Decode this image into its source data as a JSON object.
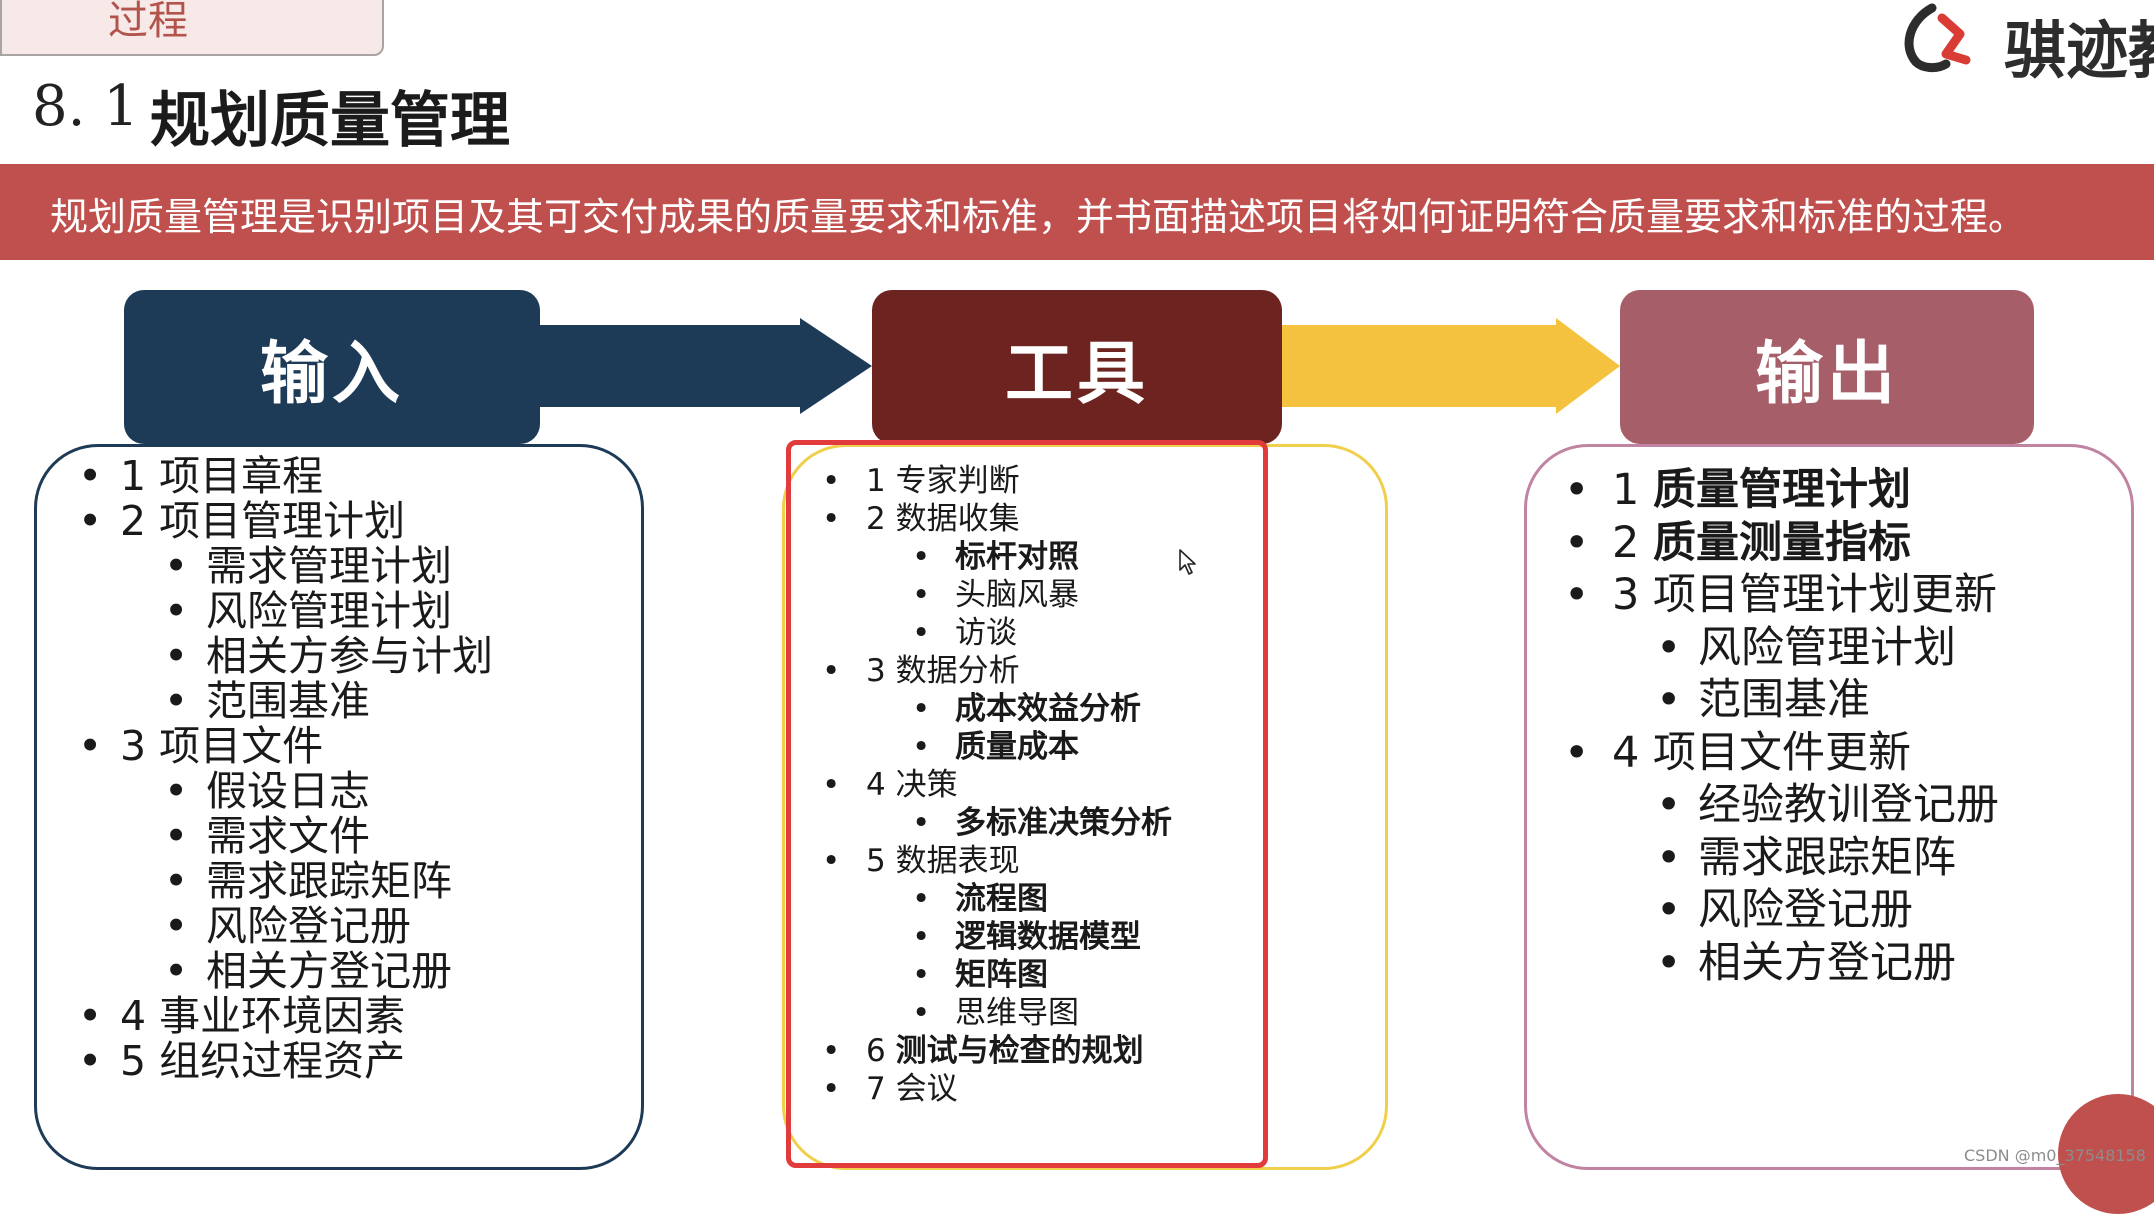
{
  "tab": {
    "label": "过程"
  },
  "logo": {
    "text": "骐迹教"
  },
  "title": {
    "number": "8. 1",
    "text": "规划质量管理"
  },
  "banner": {
    "text": "规划质量管理是识别项目及其可交付成果的质量要求和标准，并书面描述项目将如何证明符合质量要求和标准的过程。"
  },
  "headers": {
    "input": "输入",
    "tools": "工具",
    "output": "输出"
  },
  "colors": {
    "input": "#1d3b57",
    "tools": "#6d2320",
    "output": "#a65f68",
    "banner": "#c0504d",
    "arrow_yellow": "#f4c23e",
    "highlight_frame": "#e23b3b"
  },
  "inputs": [
    {
      "level": 1,
      "text": "1 项目章程"
    },
    {
      "level": 1,
      "text": "2 项目管理计划"
    },
    {
      "level": 2,
      "text": "需求管理计划"
    },
    {
      "level": 2,
      "text": "风险管理计划"
    },
    {
      "level": 2,
      "text": "相关方参与计划"
    },
    {
      "level": 2,
      "text": "范围基准"
    },
    {
      "level": 1,
      "text": "3 项目文件"
    },
    {
      "level": 2,
      "text": "假设日志"
    },
    {
      "level": 2,
      "text": "需求文件"
    },
    {
      "level": 2,
      "text": "需求跟踪矩阵"
    },
    {
      "level": 2,
      "text": "风险登记册"
    },
    {
      "level": 2,
      "text": "相关方登记册"
    },
    {
      "level": 1,
      "text": "4 事业环境因素"
    },
    {
      "level": 1,
      "text": "5 组织过程资产"
    }
  ],
  "tools": [
    {
      "level": 1,
      "text": "1 专家判断",
      "bold": false
    },
    {
      "level": 1,
      "text": "2 数据收集",
      "bold": false
    },
    {
      "level": 2,
      "text": "标杆对照",
      "bold": true
    },
    {
      "level": 2,
      "text": "头脑风暴",
      "bold": false
    },
    {
      "level": 2,
      "text": "访谈",
      "bold": false
    },
    {
      "level": 1,
      "text": "3 数据分析",
      "bold": false
    },
    {
      "level": 2,
      "text": "成本效益分析",
      "bold": true
    },
    {
      "level": 2,
      "text": "质量成本",
      "bold": true
    },
    {
      "level": 1,
      "text": "4 决策",
      "bold": false
    },
    {
      "level": 2,
      "text": "多标准决策分析",
      "bold": true
    },
    {
      "level": 1,
      "text": "5 数据表现",
      "bold": false
    },
    {
      "level": 2,
      "text": "流程图",
      "bold": true
    },
    {
      "level": 2,
      "text": "逻辑数据模型",
      "bold": true
    },
    {
      "level": 2,
      "text": "矩阵图",
      "bold": true
    },
    {
      "level": 2,
      "text": "思维导图",
      "bold": false
    },
    {
      "level": 1,
      "num": "6 ",
      "text": "测试与检查的规划",
      "bold": true
    },
    {
      "level": 1,
      "text": "7 会议",
      "bold": false
    }
  ],
  "outputs": [
    {
      "level": 1,
      "num": "1 ",
      "text": "质量管理计划",
      "bold": true
    },
    {
      "level": 1,
      "num": "2 ",
      "text": "质量测量指标",
      "bold": true
    },
    {
      "level": 1,
      "text": "3 项目管理计划更新",
      "bold": false
    },
    {
      "level": 2,
      "text": "风险管理计划",
      "bold": false
    },
    {
      "level": 2,
      "text": "范围基准",
      "bold": false
    },
    {
      "level": 1,
      "text": "4 项目文件更新",
      "bold": false
    },
    {
      "level": 2,
      "text": "经验教训登记册",
      "bold": false
    },
    {
      "level": 2,
      "text": "需求跟踪矩阵",
      "bold": false
    },
    {
      "level": 2,
      "text": "风险登记册",
      "bold": false
    },
    {
      "level": 2,
      "text": "相关方登记册",
      "bold": false
    }
  ],
  "watermark": "CSDN @m0_37548158",
  "bullet": "•"
}
